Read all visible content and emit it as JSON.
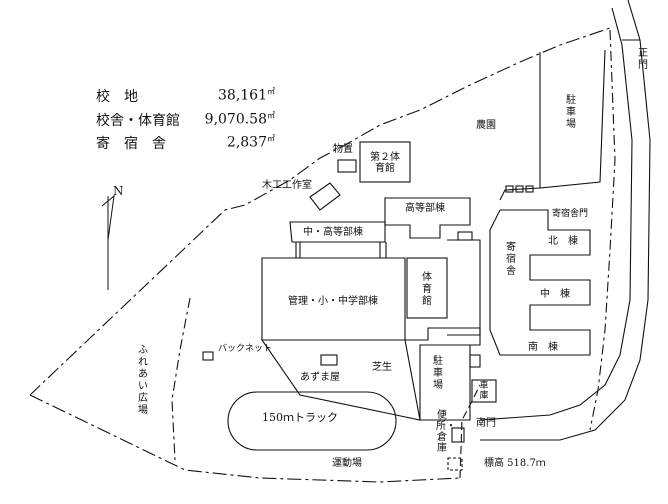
{
  "stats": [
    {
      "label": "校　地",
      "value": "38,161",
      "unit": "㎡"
    },
    {
      "label": "校舎・体育館",
      "value": "9,070.58",
      "unit": "㎡"
    },
    {
      "label": "寄　宿　舎",
      "value": "2,837",
      "unit": "㎡"
    }
  ],
  "compass": {
    "label": "N"
  },
  "labels": {
    "main_gate": "正門",
    "parking_east": "駐車場",
    "farm": "農園",
    "storage": "物置",
    "gym2": "第２体育館",
    "woodshop": "木工工作室",
    "high_school": "高等部棟",
    "dorm_gate": "寄宿舎門",
    "middle_high": "中・高等部棟",
    "dorm": "寄宿舎",
    "dorm_north": "北　棟",
    "gym": "体育館",
    "dorm_middle": "中　棟",
    "admin": "管理・小・中学部棟",
    "dorm_south": "南　棟",
    "backstop": "バックネット",
    "fureai": "ふれあい広場",
    "azumaya": "あずま屋",
    "lawn": "芝生",
    "parking_center": "駐車場",
    "garage": "車庫",
    "track": "150ｍトラック",
    "south_gate": "南門",
    "toilet_storage": "便所・倉庫",
    "playground": "運動場",
    "elevation": "標高 518.7ｍ"
  }
}
